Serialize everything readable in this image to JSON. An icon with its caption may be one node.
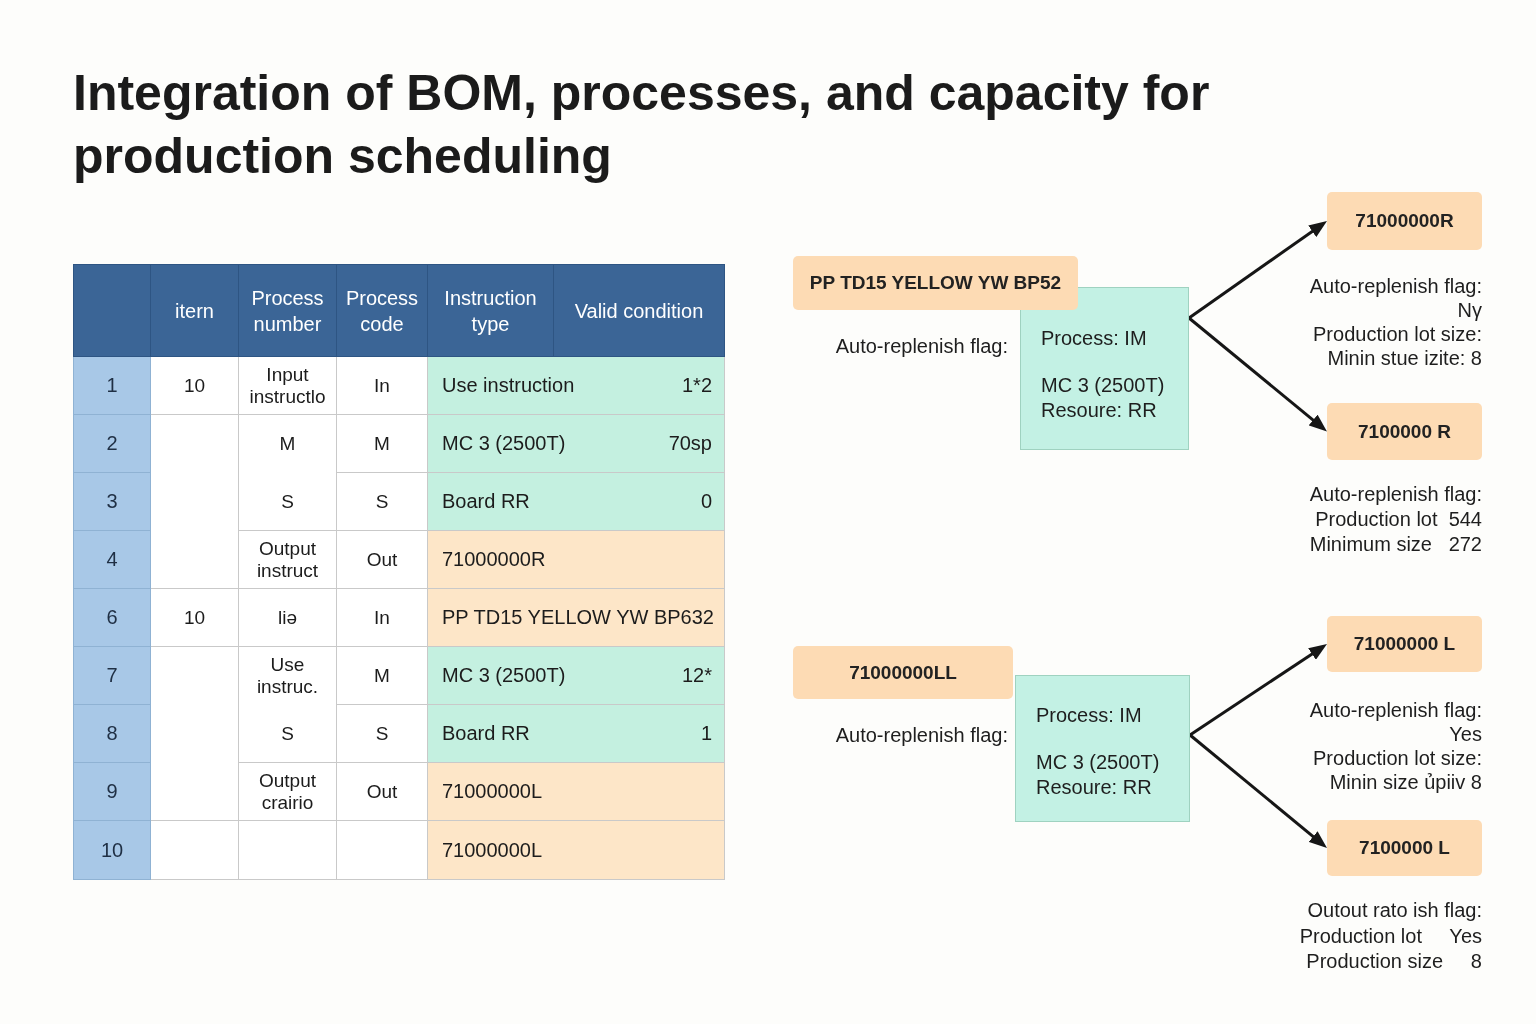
{
  "diagram": {
    "title": "Integration of BOM, processes, and capacity for production scheduling",
    "nodes": [
      {
        "text": [
          "PP TD15 YELLOW YW BP52"
        ]
      },
      {
        "text": [
          "Process: IM",
          "MC 3 (2500T)",
          "Resoure: RR"
        ]
      },
      {
        "text": [
          "71000000R"
        ],
        "beside": [
          "Auto-replenish flag:",
          "Nγ",
          "Production lot size:",
          "Minin stue izite: 8"
        ]
      },
      {
        "text": [
          "7100000 R"
        ],
        "beside": [
          "Auto-replenish flag:",
          "Production lot  544",
          "Minimum size   272"
        ]
      },
      {
        "text": [
          "71000000LL"
        ]
      },
      {
        "text": [
          "Process: IM",
          "MC 3 (2500T)",
          "Resoure: RR"
        ]
      },
      {
        "text": [
          "71000000 L"
        ],
        "beside": [
          "Auto-replenish flag:",
          "Yes",
          "Production lot size:",
          "Minin size ủpiiv 8"
        ]
      },
      {
        "text": [
          "7100000 L"
        ],
        "beside": [
          "Outout rato ish flag:",
          "Production lot     Yes",
          "Production size     8"
        ]
      }
    ],
    "edges": [
      {
        "from": 1,
        "to": 2,
        "arrow": "to"
      },
      {
        "from": 1,
        "to": 3,
        "arrow": "to"
      },
      {
        "from": 5,
        "to": 6,
        "arrow": "to"
      },
      {
        "from": 5,
        "to": 7,
        "arrow": "to"
      }
    ],
    "labels": [
      "itern",
      "Process number",
      "Process code",
      "Instruction type",
      "Valid condition",
      "1",
      "10",
      "Input instructlo",
      "In",
      "Use instruction",
      "1*2",
      "2",
      "M",
      "M",
      "MC 3 (2500T)",
      "70sp",
      "3",
      "S",
      "S",
      "Board RR",
      "0",
      "4",
      "Output instruct",
      "Out",
      "71000000R",
      "6",
      "10",
      "liə",
      "In",
      "PP TD15 YELLOW YW BP632",
      "7",
      "Use instruc.",
      "M",
      "MC 3 (2500T)",
      "12*",
      "8",
      "S",
      "S",
      "Board RR",
      "1",
      "9",
      "Output crairio",
      "Out",
      "71000000L",
      "10",
      "71000000L",
      "Auto-replenish flag:",
      "Auto-replenish flag:"
    ]
  }
}
